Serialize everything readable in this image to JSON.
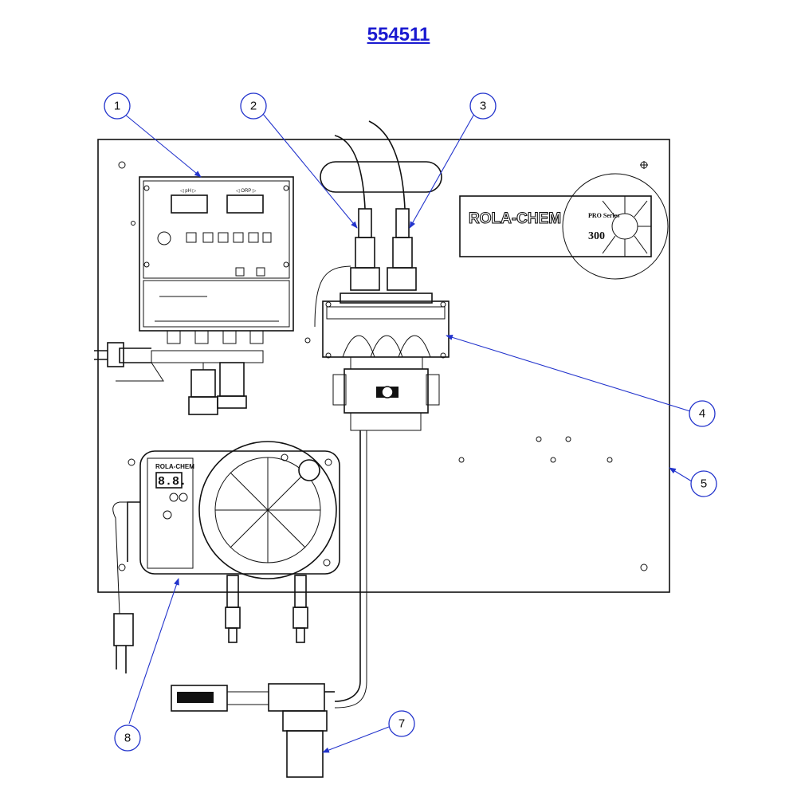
{
  "drawing": {
    "part_number": "554511",
    "logo_text": "ROLA-CHEM",
    "logo_series": "PRO Series",
    "logo_model": "300",
    "pump_brand": "ROLA-CHEM",
    "pump_display": "8.8."
  },
  "callouts": [
    "1",
    "2",
    "3",
    "4",
    "5",
    "7",
    "8"
  ],
  "colors": {
    "title": "#1a1ad0",
    "leader": "#2233cc",
    "line": "#111111"
  }
}
